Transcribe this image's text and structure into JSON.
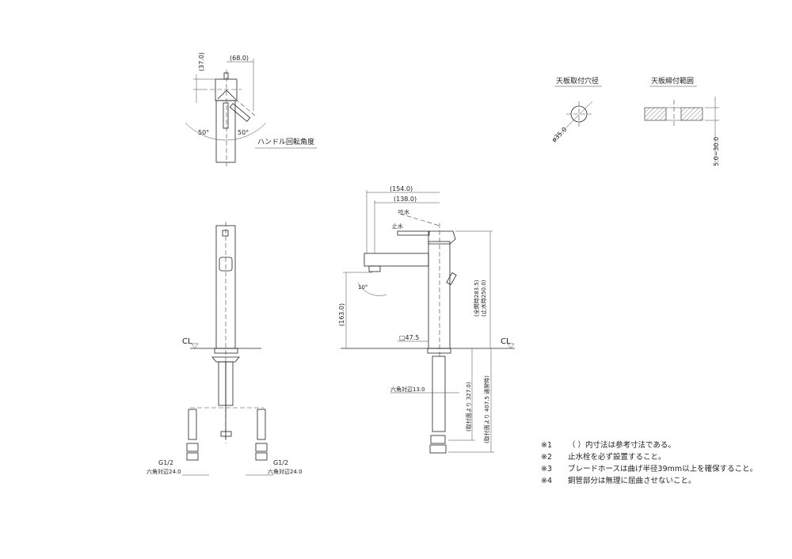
{
  "top_view": {
    "dim_height": "(37.0)",
    "dim_width": "(68.0)",
    "angle_left": "50°",
    "angle_right": "50°",
    "label": "ハンドル回転角度"
  },
  "hole": {
    "title": "天板取付穴径",
    "diameter": "ø35.0"
  },
  "deck": {
    "title": "天板締付範囲",
    "range": "5.0~30.0"
  },
  "front_view": {
    "cl": "CL",
    "thread_left": "G1/2",
    "thread_right": "G1/2",
    "hex_left": "六角対辺24.0",
    "hex_right": "六角対辺24.0"
  },
  "side_view": {
    "dim_154": "(154.0)",
    "dim_138": "(138.0)",
    "label_open": "吐水",
    "label_stop": "止水",
    "angle": "10°",
    "dim_163": "(163.0)",
    "dim_full": "(全開時283.5)",
    "dim_stop": "(止水時250.0)",
    "square": "□47.5",
    "cl": "CL",
    "hex": "六角対辺13.0",
    "dim_327": "(取付面より 327.0)",
    "dim_407": "(取付面より 407.5 通常時)"
  },
  "notes": [
    {
      "num": "※1",
      "text": "（ ）内寸法は参考寸法である。"
    },
    {
      "num": "※2",
      "text": "止水栓を必ず設置すること。"
    },
    {
      "num": "※3",
      "text": "ブレードホースは曲げ半径39mm以上を確保すること。"
    },
    {
      "num": "※4",
      "text": "銅管部分は無理に屈曲させないこと。"
    }
  ]
}
